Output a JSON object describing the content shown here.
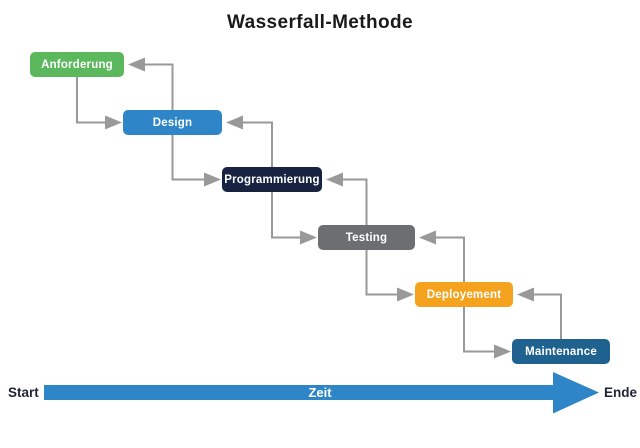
{
  "title": "Wasserfall-Methode",
  "diagram": {
    "type": "waterfall-flow",
    "steps": [
      {
        "label": "Anforderung",
        "color": "#5CB85C"
      },
      {
        "label": "Design",
        "color": "#2E86C8"
      },
      {
        "label": "Programmierung",
        "color": "#172340"
      },
      {
        "label": "Testing",
        "color": "#6D6E71"
      },
      {
        "label": "Deployement",
        "color": "#F5A21E"
      },
      {
        "label": "Maintenance",
        "color": "#20628F"
      }
    ],
    "connectors": {
      "color": "#999999",
      "forward": "down-then-right arrow into next step",
      "backward": "up-then-left arrow into previous step"
    }
  },
  "timeline": {
    "start_label": "Start",
    "axis_label": "Zeit",
    "end_label": "Ende",
    "arrow_color": "#2E86C8",
    "label_color": "#1D2433",
    "axis_label_color": "#FFFFFF"
  }
}
